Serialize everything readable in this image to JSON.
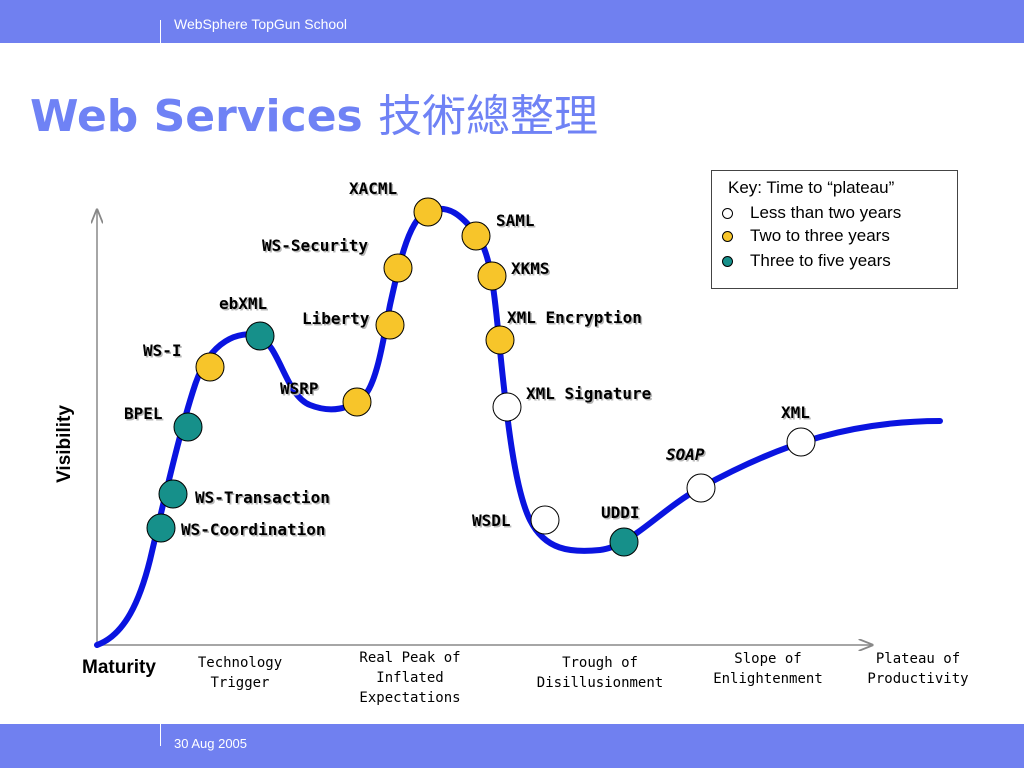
{
  "header": {
    "school": "WebSphere TopGun School"
  },
  "footer": {
    "date": "30 Aug 2005"
  },
  "title": {
    "en": "Web Services",
    "zh": "技術總整理"
  },
  "axes": {
    "y_label": "Visibility",
    "x_label": "Maturity"
  },
  "phases": [
    {
      "id": "trigger",
      "lines": [
        "Technology",
        "Trigger"
      ]
    },
    {
      "id": "peak",
      "lines": [
        "Real Peak of",
        "Inflated",
        "Expectations"
      ]
    },
    {
      "id": "trough",
      "lines": [
        "Trough of",
        "Disillusionment"
      ]
    },
    {
      "id": "slope",
      "lines": [
        "Slope of",
        "Enlightenment"
      ]
    },
    {
      "id": "plateau",
      "lines": [
        "Plateau of",
        "Productivity"
      ]
    }
  ],
  "key": {
    "title": "Key: Time to “plateau”",
    "items": [
      {
        "label": "Less than two years",
        "color": "#ffffff"
      },
      {
        "label": "Two to three years",
        "color": "#f7c52a"
      },
      {
        "label": "Three to five years",
        "color": "#16908a"
      }
    ]
  },
  "technologies": [
    {
      "name": "WS-Coordination",
      "category": 2
    },
    {
      "name": "WS-Transaction",
      "category": 2
    },
    {
      "name": "BPEL",
      "category": 2
    },
    {
      "name": "WS-I",
      "category": 1
    },
    {
      "name": "ebXML",
      "category": 2
    },
    {
      "name": "WSRP",
      "category": 1
    },
    {
      "name": "Liberty",
      "category": 1
    },
    {
      "name": "WS-Security",
      "category": 1
    },
    {
      "name": "XACML",
      "category": 1
    },
    {
      "name": "SAML",
      "category": 1
    },
    {
      "name": "XKMS",
      "category": 1
    },
    {
      "name": "XML Encryption",
      "category": 1
    },
    {
      "name": "XML Signature",
      "category": 0
    },
    {
      "name": "WSDL",
      "category": 0
    },
    {
      "name": "UDDI",
      "category": 2
    },
    {
      "name": "SOAP",
      "category": 0,
      "italic": true
    },
    {
      "name": "XML",
      "category": 0
    }
  ],
  "colors": {
    "curve": "#0a14e0",
    "axis": "#888888",
    "title": "#6f82f5",
    "band": "#7080f0"
  }
}
